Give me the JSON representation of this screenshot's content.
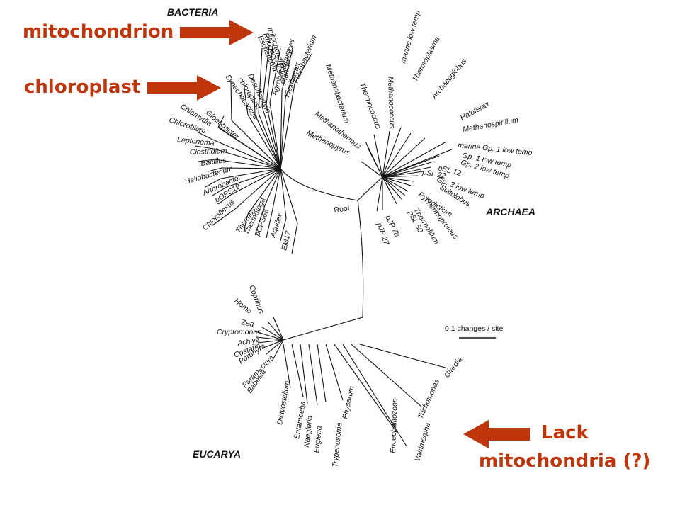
{
  "domains": {
    "bacteria": "BACTERIA",
    "archaea": "ARCHAEA",
    "eucarya": "EUCARYA"
  },
  "root_label": "Root",
  "scale_label": "0.1 changes / site",
  "callouts": {
    "mitochondrion": "mitochondrion",
    "chloroplast": "chloroplast",
    "lack_line1": "Lack",
    "lack_line2": "mitochondria (?)"
  },
  "accent_color": "#c0360c",
  "bacteria_taxa": [
    "mitochondrion",
    "Rhodocyclus",
    "Escherichia",
    "Agrobacterium",
    "Planctomyces",
    "Flexibacter",
    "Flavobacterium",
    "Desulfovibrio",
    "chloroplast",
    "Synechococcus",
    "Chlamydia",
    "Gloeobacter",
    "Chlorobium",
    "Leptonema",
    "Clostridium",
    "Bacillus",
    "Heliobacterium",
    "Arthrobacter",
    "pOPS19",
    "Chloroflexus",
    "Thermus",
    "Thermotoga",
    "pOPS66",
    "Aquifex",
    "EM17"
  ],
  "archaea_taxa": [
    "Methanobacterium",
    "Thermococcus",
    "Methanococcus",
    "marine low temp",
    "Thermoplasma",
    "Archaeoglobus",
    "Haloferax",
    "Methanospirillum",
    "Methanothermus",
    "Methanopyrus",
    "marine Gp. 1 low temp",
    "Gp. 1 low temp",
    "Gp. 2 low temp",
    "pSL 12",
    "pSL 22",
    "Gp. 3 low temp",
    "Sulfolobus",
    "Pyrodictium",
    "Thermoproteus",
    "Thermofilum",
    "pSL 50",
    "pJP 78",
    "pJP 27"
  ],
  "eucarya_taxa": [
    "Coprinus",
    "Homo",
    "Zea",
    "Cryptomonas",
    "Achlya",
    "Costaria",
    "Porphyra",
    "Paramecium",
    "Babesia",
    "Dictyostelium",
    "Entamoeba",
    "Naegleria",
    "Euglena",
    "Trypanosoma",
    "Physarum",
    "Encephalitozoon",
    "Vairimorpha",
    "Trichomonas",
    "Giardia"
  ]
}
